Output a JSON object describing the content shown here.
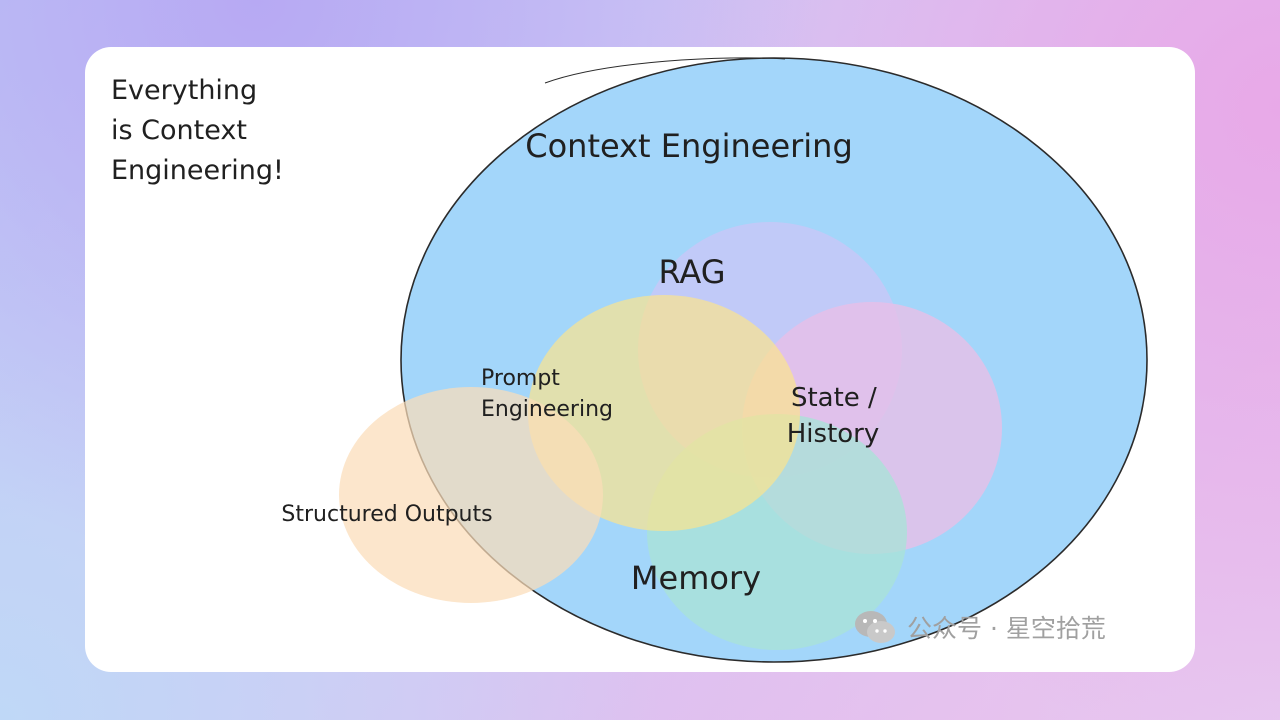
{
  "title_lines": [
    "Everything",
    "is Context",
    "Engineering!"
  ],
  "diagram": {
    "outer_label": "Context Engineering",
    "circles": [
      {
        "label": "RAG",
        "color": "#c7c8f7"
      },
      {
        "label": "State /\nHistory",
        "color": "#e9bfe7"
      },
      {
        "label": "Memory",
        "color": "#a9e3d7"
      },
      {
        "label": "Prompt\nEngineering",
        "color": "#fbe48d"
      },
      {
        "label": "Structured Outputs",
        "color": "#fbdcb8"
      }
    ],
    "outer_color": "#a3d6fa",
    "outline_color": "#2b2b2b"
  },
  "watermark": {
    "icon": "wechat-icon",
    "text": "公众号 · 星空拾荒"
  }
}
